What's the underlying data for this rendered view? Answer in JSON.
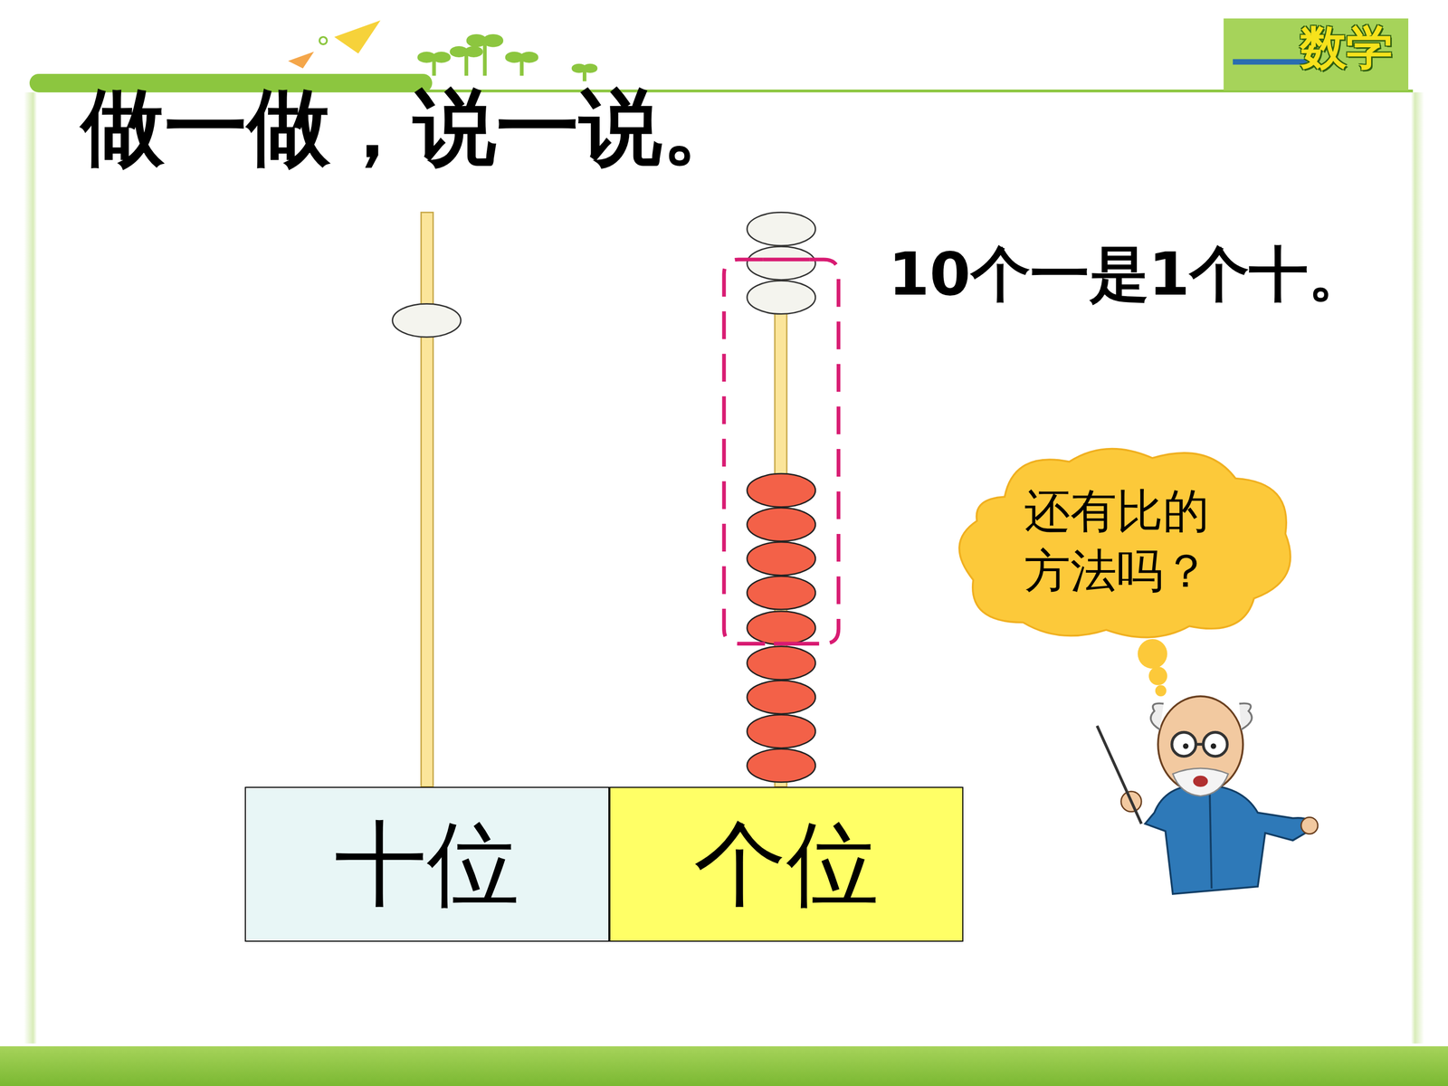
{
  "diagram": {
    "title": "做一做，说一说。",
    "nodes": [
      {
        "text": [
          "十位"
        ]
      },
      {
        "text": [
          "个位"
        ]
      },
      {
        "text": [
          "还有比的 方法吗？"
        ]
      }
    ],
    "labels": [
      "10个一是1个十。",
      "数学"
    ]
  }
}
